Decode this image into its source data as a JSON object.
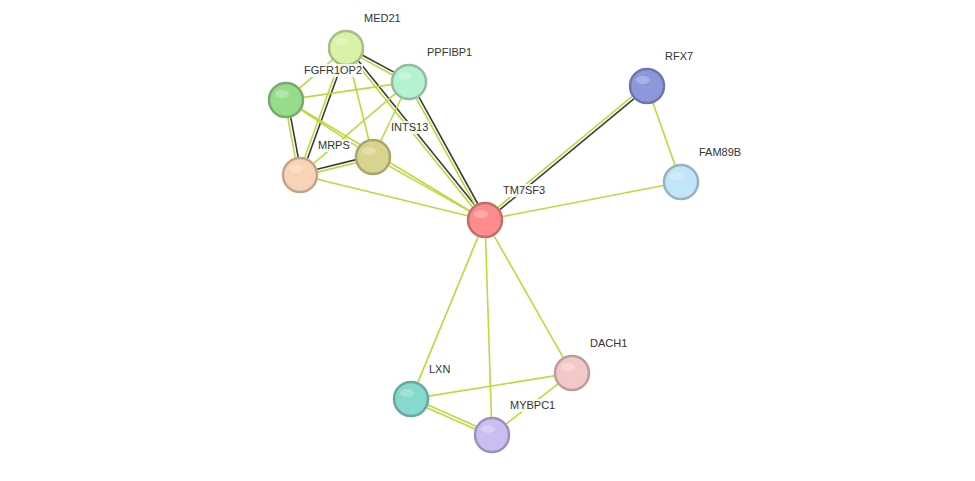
{
  "diagram": {
    "nodes": [
      {
        "text": [
          "MED21"
        ]
      },
      {
        "text": [
          "PPFIBP1"
        ]
      },
      {
        "text": [
          "RFX7"
        ]
      },
      {
        "text": [
          "FGFR1OP2"
        ]
      },
      {
        "text": [
          "INTS13"
        ]
      },
      {
        "text": [
          "MRPS"
        ]
      },
      {
        "text": [
          "FAM89B"
        ]
      },
      {
        "text": [
          "TM7SF3"
        ]
      },
      {
        "text": [
          "DACH1"
        ]
      },
      {
        "text": [
          "LXN"
        ]
      },
      {
        "text": [
          "MYBPC1"
        ]
      }
    ],
    "edges": [
      {
        "from": 0,
        "to": 1,
        "arrow": "none"
      },
      {
        "from": 0,
        "to": 3,
        "arrow": "none"
      },
      {
        "from": 0,
        "to": 4,
        "arrow": "none"
      },
      {
        "from": 0,
        "to": 5,
        "arrow": "none"
      },
      {
        "from": 0,
        "to": 7,
        "arrow": "none"
      },
      {
        "from": 1,
        "to": 3,
        "arrow": "none"
      },
      {
        "from": 1,
        "to": 4,
        "arrow": "none"
      },
      {
        "from": 1,
        "to": 5,
        "arrow": "none"
      },
      {
        "from": 1,
        "to": 7,
        "arrow": "none"
      },
      {
        "from": 3,
        "to": 5,
        "arrow": "none"
      },
      {
        "from": 3,
        "to": 4,
        "arrow": "none"
      },
      {
        "from": 3,
        "to": 7,
        "arrow": "none"
      },
      {
        "from": 5,
        "to": 4,
        "arrow": "none"
      },
      {
        "from": 5,
        "to": 7,
        "arrow": "none"
      },
      {
        "from": 4,
        "to": 7,
        "arrow": "none"
      },
      {
        "from": 2,
        "to": 7,
        "arrow": "none"
      },
      {
        "from": 2,
        "to": 6,
        "arrow": "none"
      },
      {
        "from": 6,
        "to": 7,
        "arrow": "none"
      },
      {
        "from": 7,
        "to": 9,
        "arrow": "none"
      },
      {
        "from": 7,
        "to": 10,
        "arrow": "none"
      },
      {
        "from": 7,
        "to": 8,
        "arrow": "none"
      },
      {
        "from": 9,
        "to": 8,
        "arrow": "none"
      },
      {
        "from": 9,
        "to": 10,
        "arrow": "none"
      },
      {
        "from": 8,
        "to": 10,
        "arrow": "none"
      }
    ]
  }
}
